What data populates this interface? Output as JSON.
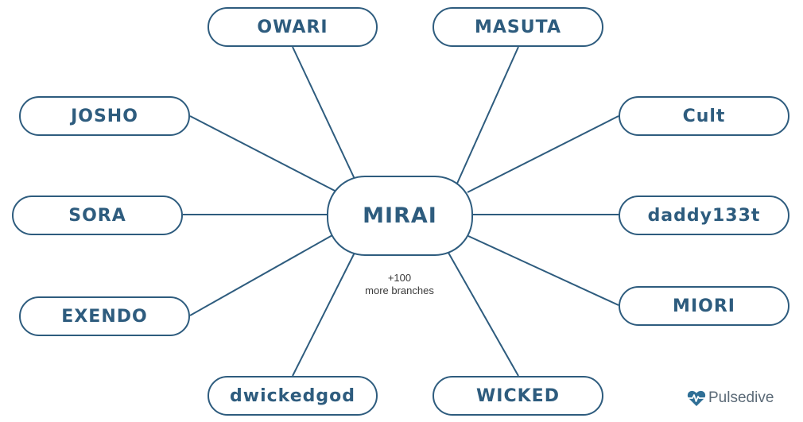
{
  "diagram": {
    "center": {
      "label": "MIRAI"
    },
    "note": {
      "line1": "+100",
      "line2": "more branches"
    },
    "branches": [
      {
        "label": "OWARI"
      },
      {
        "label": "MASUTA"
      },
      {
        "label": "JOSHO"
      },
      {
        "label": "Cult"
      },
      {
        "label": "SORA"
      },
      {
        "label": "daddy133t"
      },
      {
        "label": "EXENDO"
      },
      {
        "label": "MIORI"
      },
      {
        "label": "dwickedgod"
      },
      {
        "label": "WICKED"
      }
    ]
  },
  "brand": {
    "name": "Pulsedive",
    "icon": "heart-pulse-icon",
    "icon_color": "#2f6f96"
  },
  "colors": {
    "node_border": "#2e5c7e",
    "node_text": "#2e5c7e",
    "edge": "#2e5c7e",
    "background": "#ffffff"
  }
}
